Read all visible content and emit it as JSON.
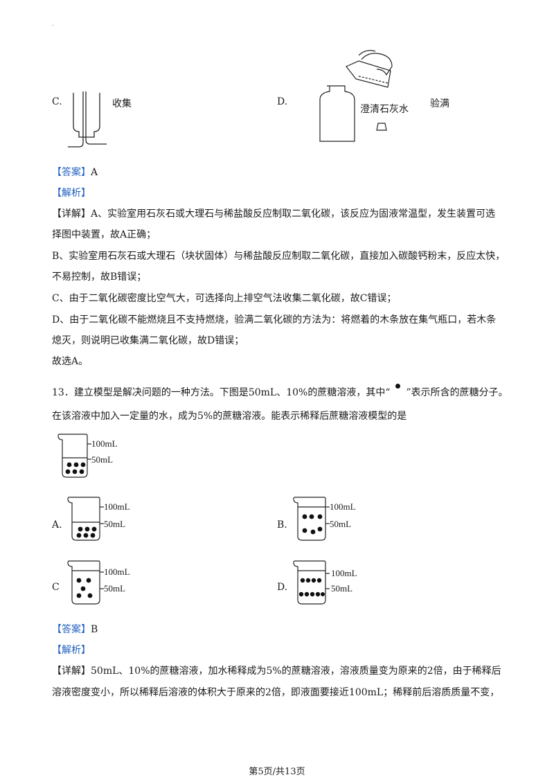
{
  "top_options": [
    {
      "letter": "C.",
      "caption": "收集"
    },
    {
      "letter": "D.",
      "caption": "验满",
      "bottle_label": "澄清石灰水"
    }
  ],
  "q12_answer": {
    "tag": "【答案】",
    "value": "A"
  },
  "q12_analysis_tag": "【解析】",
  "q12_detail": [
    "【详解】A、实验室用石灰石或大理石与稀盐酸反应制取二氧化碳，该反应为固液常温型，发生装置可选",
    "择图中装置，故A正确；",
    "B、实验室用石灰石或大理石（块状固体）与稀盐酸反应制取二氧化碳，直接加入碳酸钙粉末，反应太快，",
    "不易控制，故B错误；",
    "C、由于二氧化碳密度比空气大，可选择向上排空气法收集二氧化碳，故C错误；",
    "D、由于二氧化碳不能燃烧且不支持燃烧，验满二氧化碳的方法为：将燃着的木条放在集气瓶口，若木条",
    "熄灭，则说明已收集满二氧化碳，故D错误；",
    "故选A。"
  ],
  "q13": {
    "stem_part1": "13．建立模型是解决问题的一种方法。下图是50mL、10%的蔗糖溶液，其中“",
    "stem_part2": "”表示所含的蔗糖分子。",
    "stem_line2": "在该溶液中加入一定量的水，成为5%的蔗糖溶液。能表示稀释后蔗糖溶液模型的是"
  },
  "beakers": {
    "mark_100": "100mL",
    "mark_50": "50mL",
    "options": [
      {
        "letter": "A."
      },
      {
        "letter": "B."
      },
      {
        "letter": "C"
      },
      {
        "letter": "D."
      }
    ]
  },
  "q13_answer": {
    "tag": "【答案】",
    "value": "B"
  },
  "q13_analysis_tag": "【解析】",
  "q13_detail": [
    "【详解】50mL、10%的蔗糖溶液，加水稀释成为5%的蔗糖溶液，溶液质量变为原来的2倍，由于稀释后",
    "溶液密度变小，所以稀释后溶液的体积大于原来的2倍，即液面要接近100mL；稀释前后溶质质量不变，"
  ],
  "footer": "第5页/共13页",
  "colors": {
    "tag_blue": "#1f5fbf",
    "ink": "#1a1a1a"
  }
}
